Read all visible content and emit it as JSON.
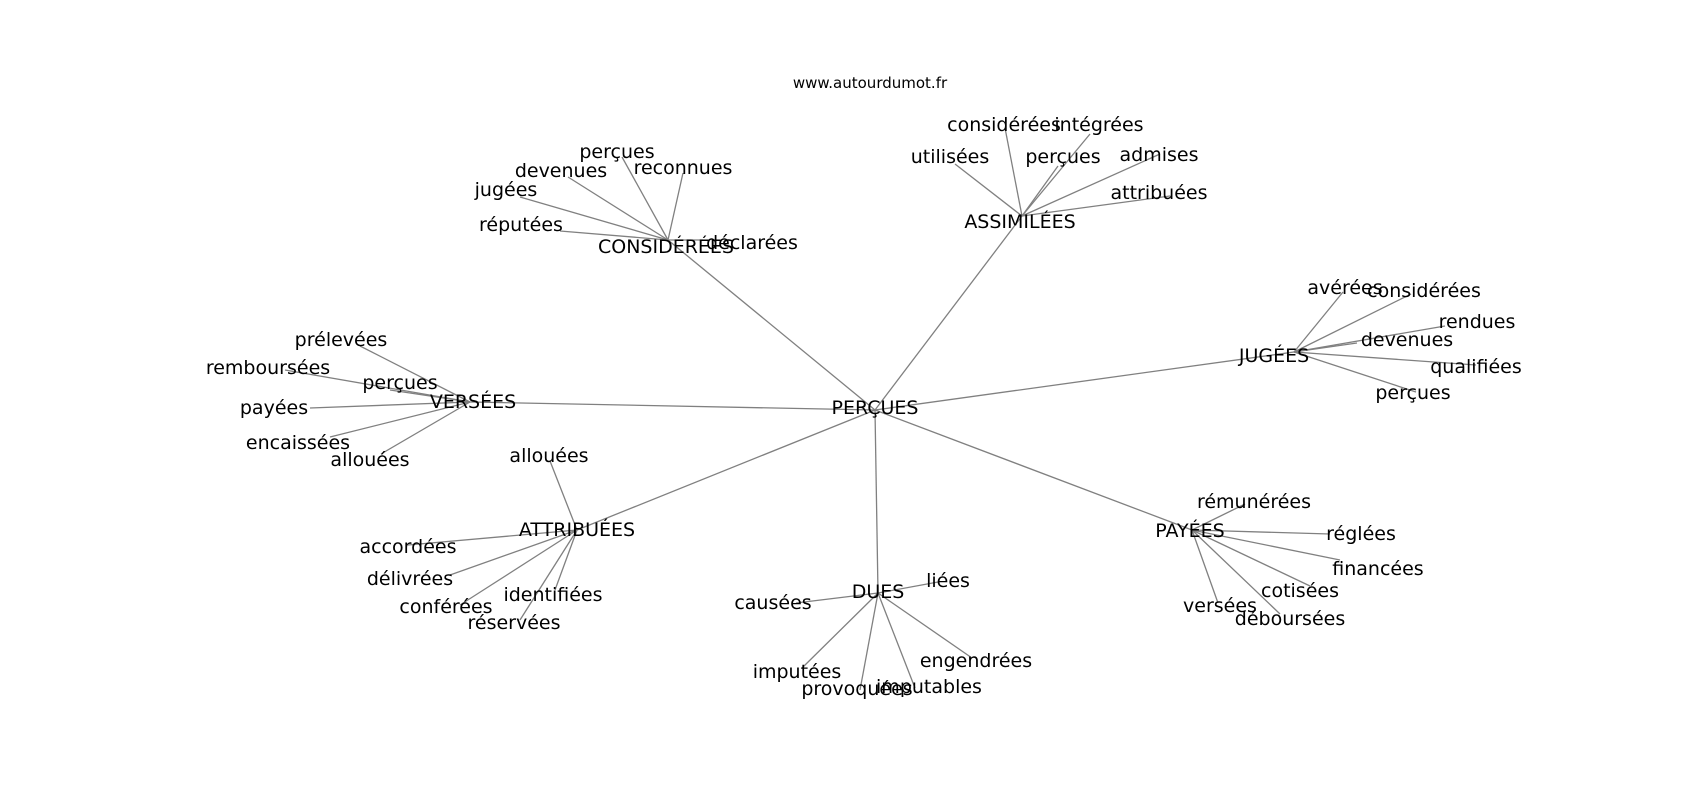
{
  "site": "www.autourdumot.fr",
  "root": "PERÇUES",
  "clusters": [
    {
      "hub": "CONSIDÉRÉES",
      "leaves": [
        "perçues",
        "devenues",
        "reconnues",
        "jugées",
        "réputées",
        "déclarées"
      ]
    },
    {
      "hub": "ASSIMILÉES",
      "leaves": [
        "considérées",
        "intégrées",
        "utilisées",
        "perçues",
        "admises",
        "attribuées"
      ]
    },
    {
      "hub": "JUGÉES",
      "leaves": [
        "avérées",
        "considérées",
        "rendues",
        "devenues",
        "qualifiées",
        "perçues"
      ]
    },
    {
      "hub": "VERSÉES",
      "leaves": [
        "prélevées",
        "remboursées",
        "perçues",
        "payées",
        "encaissées",
        "allouées"
      ]
    },
    {
      "hub": "ATTRIBUÉES",
      "leaves": [
        "allouées",
        "accordées",
        "délivrées",
        "identifiées",
        "conférées",
        "réservées"
      ]
    },
    {
      "hub": "DUES",
      "leaves": [
        "liées",
        "causées",
        "engendrées",
        "imputées",
        "imputables",
        "provoquées"
      ]
    },
    {
      "hub": "PAYÉES",
      "leaves": [
        "rémunérées",
        "réglées",
        "financées",
        "cotisées",
        "versées",
        "déboursées"
      ]
    }
  ]
}
